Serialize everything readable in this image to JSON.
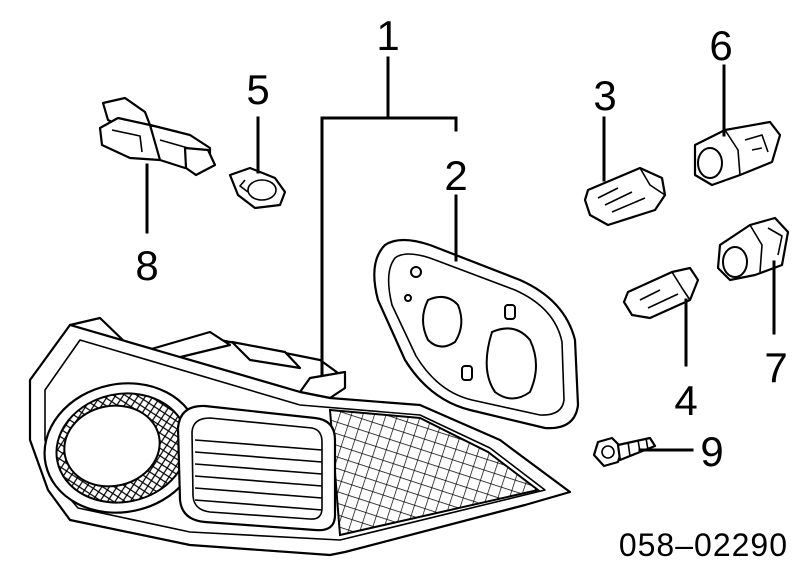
{
  "callouts": {
    "c1": "1",
    "c2": "2",
    "c3": "3",
    "c4": "4",
    "c5": "5",
    "c6": "6",
    "c7": "7",
    "c8": "8",
    "c9": "9"
  },
  "part_code": "058–02290"
}
